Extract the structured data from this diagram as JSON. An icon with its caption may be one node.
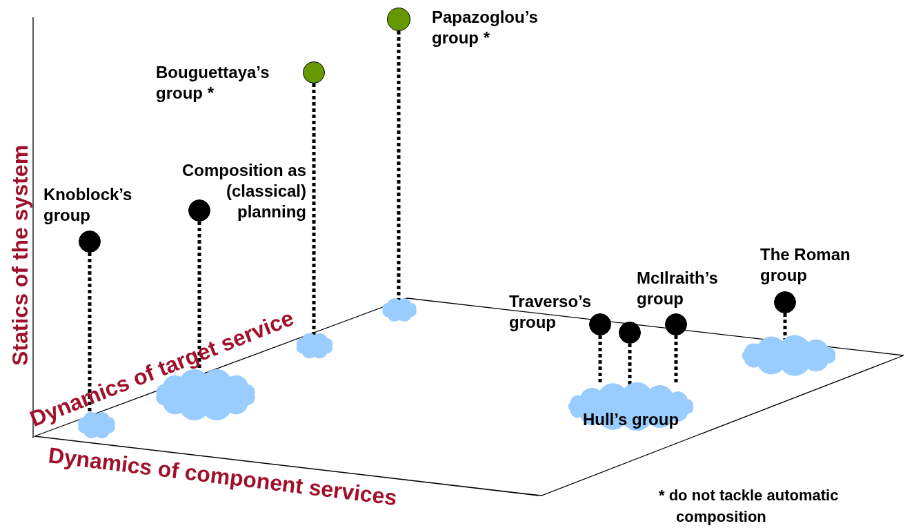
{
  "diagram": {
    "nodes": [
      {
        "text": [],
        "shape": "circle",
        "beside": [
          "Papazoglou’s group *"
        ]
      },
      {
        "text": [],
        "shape": "circle",
        "beside": [
          "Bouguettaya’s group *"
        ]
      },
      {
        "text": [],
        "shape": "circle",
        "beside": [
          "Composition as (classical) planning"
        ]
      },
      {
        "text": [],
        "shape": "circle",
        "beside": [
          "Knoblock’s group"
        ]
      },
      {
        "text": [],
        "shape": "circle",
        "beside": [
          "The Roman group"
        ]
      },
      {
        "text": [],
        "shape": "circle",
        "beside": [
          "Traverso’s group"
        ]
      },
      {
        "text": [],
        "shape": "circle"
      },
      {
        "text": [],
        "shape": "circle",
        "beside": [
          "McIlraith’s group"
        ]
      },
      {
        "text": [],
        "shape": "cloud"
      },
      {
        "text": [],
        "shape": "cloud"
      },
      {
        "text": [],
        "shape": "cloud"
      },
      {
        "text": [],
        "shape": "cloud"
      },
      {
        "text": [
          "Hull’s group"
        ]
      },
      {
        "text": [],
        "shape": "cloud"
      }
    ],
    "edges": [
      {
        "from": 0,
        "to": 8,
        "arrow": "none",
        "style": "dashed"
      },
      {
        "from": 1,
        "to": 9,
        "arrow": "none",
        "style": "dashed"
      },
      {
        "from": 2,
        "to": 10,
        "arrow": "none",
        "style": "dashed"
      },
      {
        "from": 3,
        "to": 13,
        "arrow": "none",
        "style": "dashed"
      },
      {
        "from": 4,
        "to": 11,
        "arrow": "none",
        "style": "dashed"
      },
      {
        "from": 5,
        "to": 12,
        "arrow": "none",
        "style": "dashed"
      },
      {
        "from": 6,
        "to": 12,
        "arrow": "none",
        "style": "dashed"
      },
      {
        "from": 7,
        "to": 12,
        "arrow": "none",
        "style": "dashed"
      }
    ],
    "labels": [
      "Statics of the system",
      "Dynamics of target service",
      "Dynamics of component services",
      "* do not tackle automatic composition"
    ]
  }
}
